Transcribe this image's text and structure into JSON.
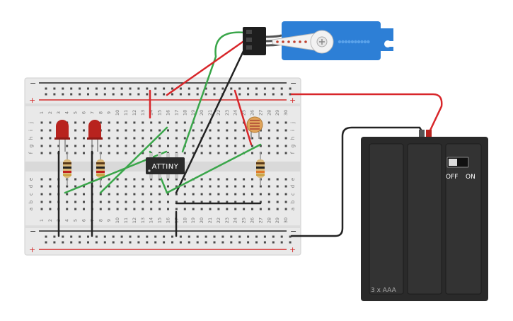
{
  "breadboard": {
    "column_numbers": [
      "1",
      "2",
      "3",
      "4",
      "5",
      "6",
      "7",
      "8",
      "9",
      "10",
      "11",
      "12",
      "13",
      "14",
      "15",
      "16",
      "17",
      "18",
      "19",
      "20",
      "21",
      "22",
      "23",
      "24",
      "25",
      "26",
      "27",
      "28",
      "29",
      "30"
    ],
    "row_letters_top": [
      "j",
      "i",
      "h",
      "g",
      "f"
    ],
    "row_letters_bottom": [
      "e",
      "d",
      "c",
      "b",
      "a"
    ],
    "rail_minus": "−",
    "rail_plus": "+"
  },
  "chip": {
    "label": "ATTINY"
  },
  "battery": {
    "switch_off": "OFF",
    "switch_on": "ON",
    "label": "3 x AAA"
  },
  "colors": {
    "board": "#e9e9e9",
    "rail_red": "#d42a2a",
    "wire_red": "#d8262a",
    "wire_green": "#3aa64a",
    "wire_black": "#222222",
    "servo_blue": "#2d7fd6",
    "battery": "#2a2a2a",
    "led": "#b8231e"
  },
  "components": {
    "leds": [
      "led-1",
      "led-2"
    ],
    "resistors": [
      "resistor-1",
      "resistor-2",
      "resistor-3"
    ],
    "sensor": "photoresistor",
    "actuator": "micro-servo"
  }
}
